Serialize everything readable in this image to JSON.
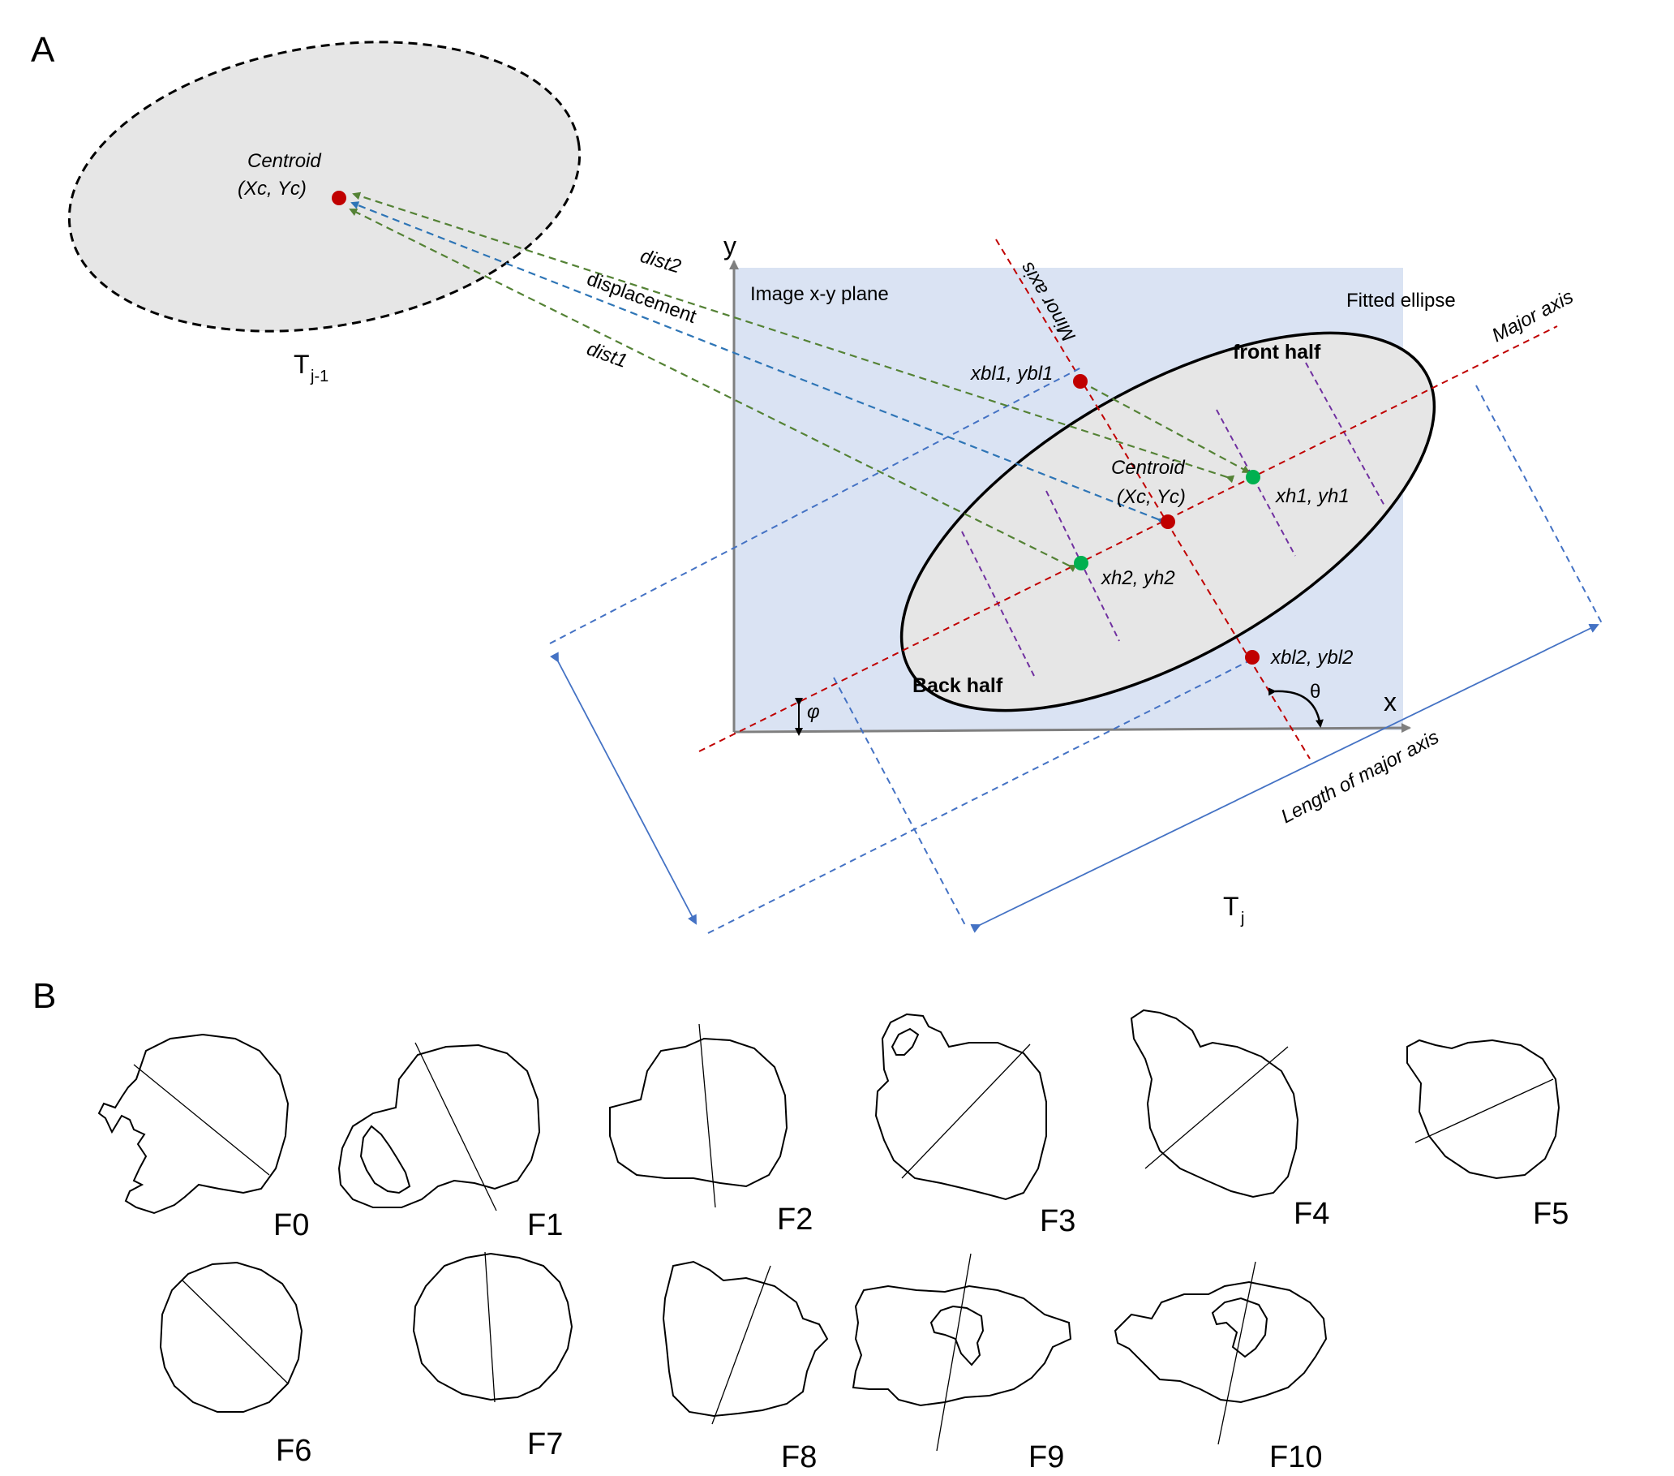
{
  "panel_a": {
    "letter": "A",
    "prev_centroid_label": "Centroid",
    "prev_centroid_coords": "(Xc, Yc)",
    "prev_frame_label": "T",
    "prev_frame_sub": "j-1",
    "dist2_label": "dist2",
    "displacement_label": "displacement",
    "dist1_label": "dist1",
    "y_axis_label": "y",
    "x_axis_label": "x",
    "plane_label": "Image x-y plane",
    "minor_axis_label": "Minor axis",
    "fitted_ellipse_label": "Fitted ellipse",
    "major_axis_label": "Major axis",
    "front_half_label": "front half",
    "back_half_label": "Back half",
    "bl1_label": "xbl1, ybl1",
    "centroid_label": "Centroid",
    "centroid_coords": "(Xc, Yc)",
    "h1_label": "xh1, yh1",
    "h2_label": "xh2, yh2",
    "bl2_label": "xbl2, ybl2",
    "theta_label": "θ",
    "phi_label": "φ",
    "length_label": "Length of major axis",
    "frame_label": "T",
    "frame_sub": "j"
  },
  "panel_b": {
    "letter": "B",
    "frames": [
      "F0",
      "F1",
      "F2",
      "F3",
      "F4",
      "F5",
      "F6",
      "F7",
      "F8",
      "F9",
      "F10"
    ]
  },
  "colors": {
    "plane": "#dae3f3",
    "ellipse_fill": "#e6e6e6",
    "red": "#c00000",
    "green": "#00b050",
    "blue_dash": "#4472c4",
    "green_dash": "#548235",
    "purple_dash": "#7030a0"
  }
}
